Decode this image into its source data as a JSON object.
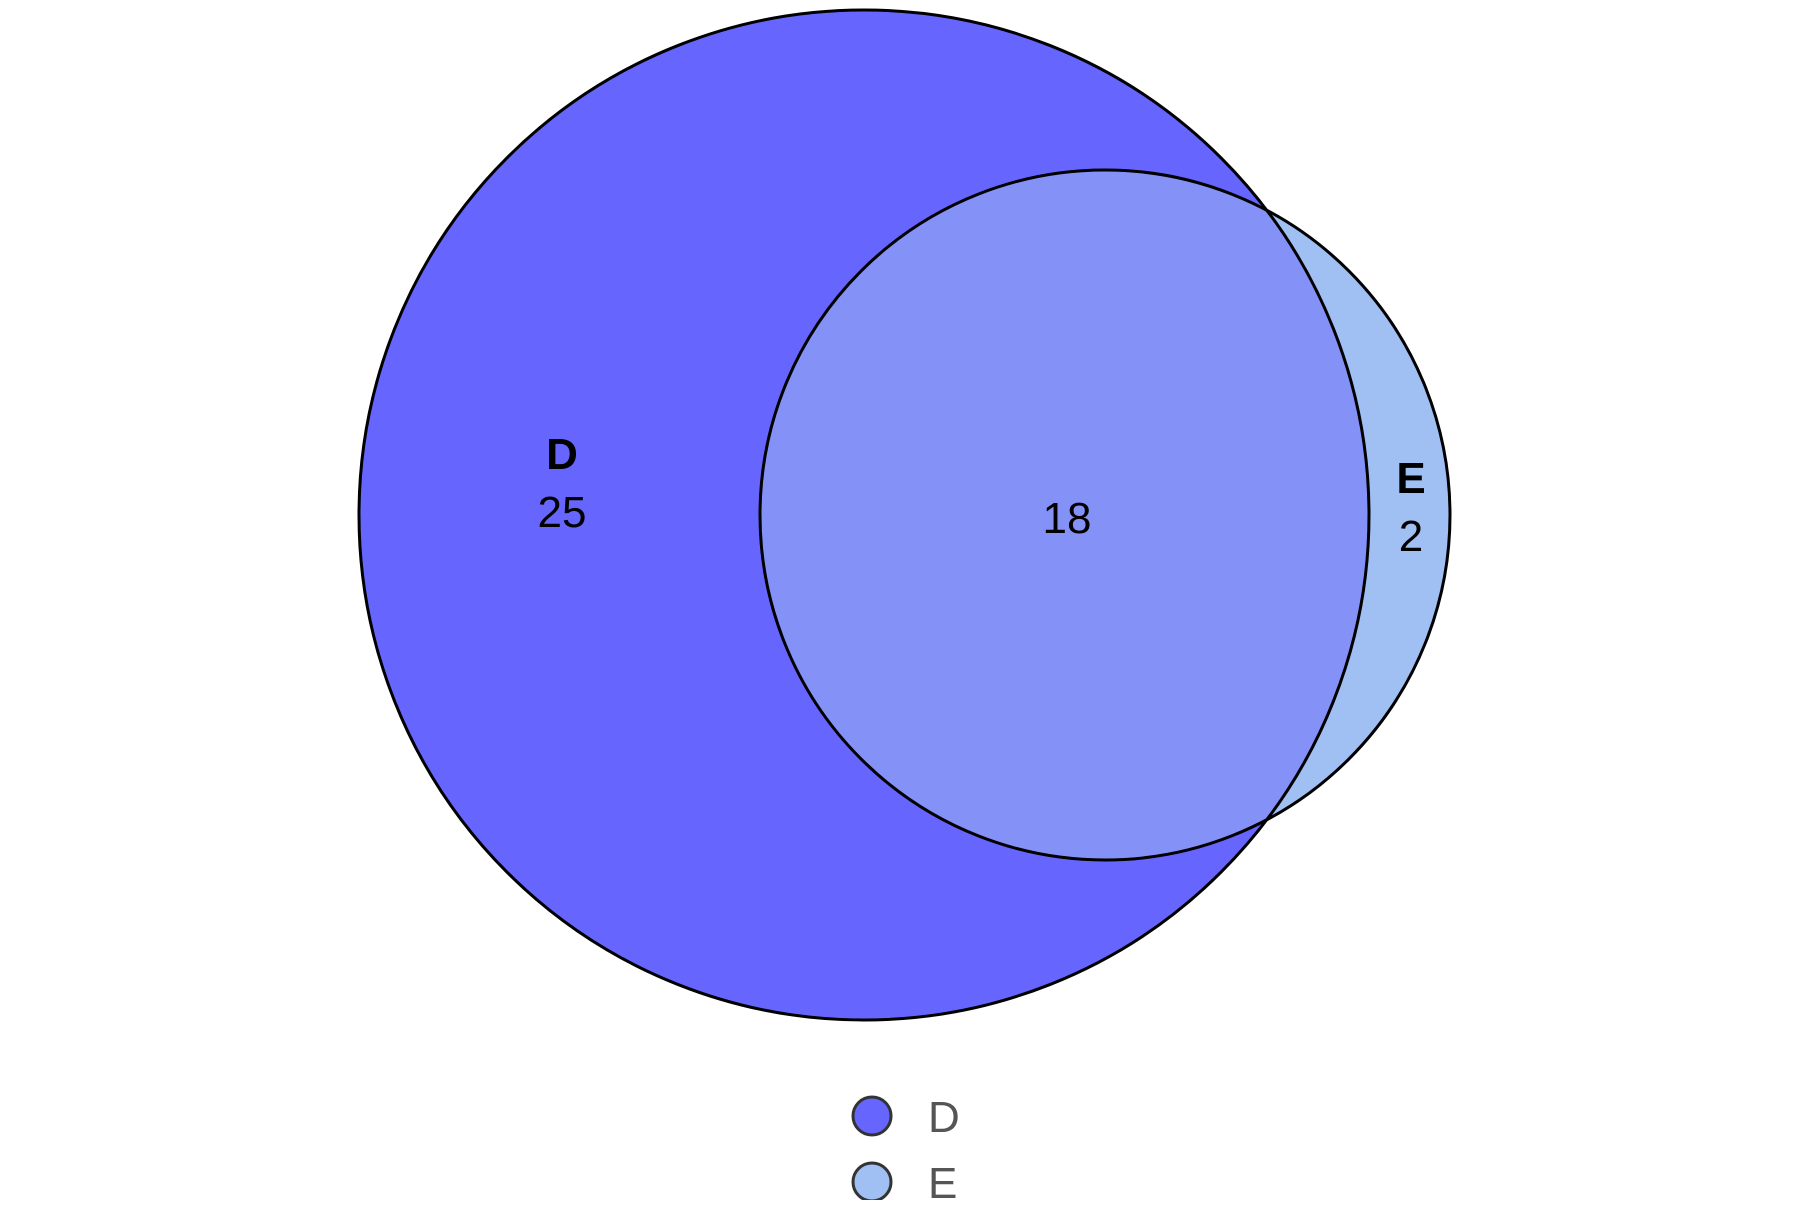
{
  "chart_data": {
    "type": "venn",
    "sets": [
      {
        "name": "D",
        "only_count": "25",
        "color": "#6666ff"
      },
      {
        "name": "E",
        "only_count": "2",
        "color": "#a0bff2"
      }
    ],
    "intersection": {
      "sets": [
        "D",
        "E"
      ],
      "count": "18",
      "color": "#8492f8"
    },
    "legend": {
      "placement": "bottom-center",
      "items": [
        {
          "label": "D",
          "color": "#6666ff"
        },
        {
          "label": "E",
          "color": "#a0bff2"
        }
      ]
    }
  }
}
